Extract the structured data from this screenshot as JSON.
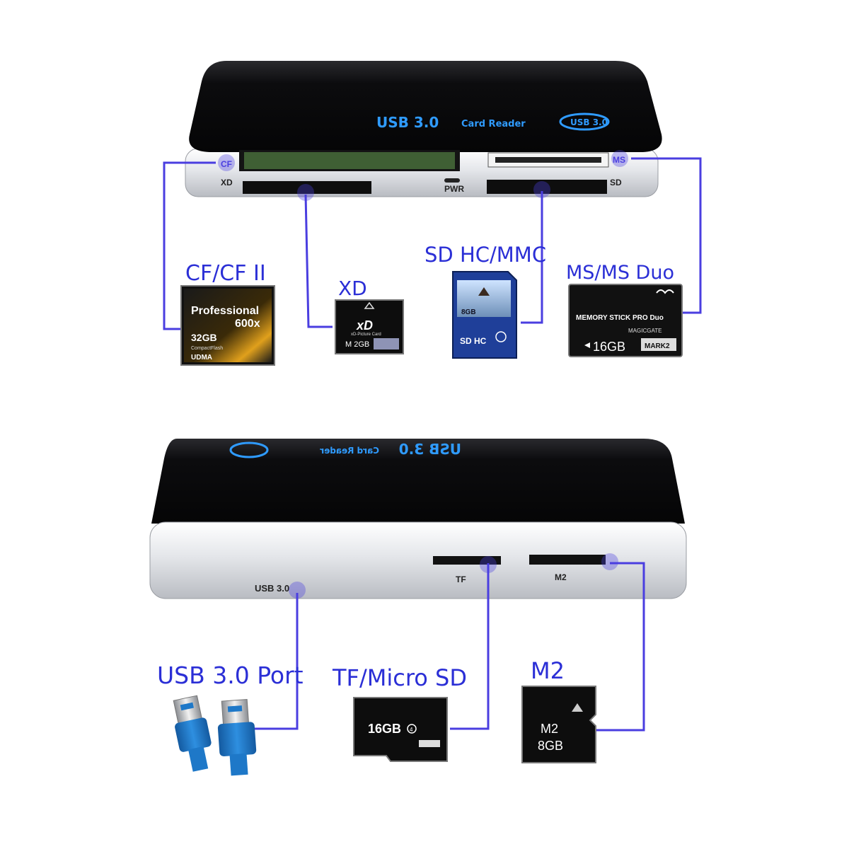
{
  "colors": {
    "accent_line": "#4a3ee0",
    "caption_text": "#2b2fd6",
    "device_top": "#0c0c0e",
    "device_band": "#d9dbe0",
    "device_glow": "#2f9bff",
    "connector_blue": "#1e78c8"
  },
  "top_device": {
    "logo_text": "USB 3.0",
    "logo_sub": "Card Reader",
    "badge": "USB 3.0",
    "slot_labels": {
      "cf": "CF",
      "xd": "XD",
      "pwr": "PWR",
      "sd": "SD",
      "ms": "MS"
    }
  },
  "bottom_device": {
    "logo_text": "USB 3.0",
    "logo_sub": "Card Reader",
    "port_labels": {
      "usb": "USB 3.0",
      "tf": "TF",
      "m2": "M2"
    }
  },
  "captions": {
    "cf": "CF/CF II",
    "xd": "XD",
    "sd": "SD HC/MMC",
    "ms": "MS/MS Duo",
    "usb": "USB 3.0 Port",
    "tf": "TF/Micro SD",
    "m2": "M2"
  },
  "cards": {
    "cf": {
      "line1": "Professional",
      "line2": "600x",
      "size": "32GB",
      "brand": "CompactFlash",
      "mode": "UDMA"
    },
    "xd": {
      "logo": "xD",
      "sub": "xD-Picture Card",
      "size": "M 2GB"
    },
    "sd": {
      "size": "8GB",
      "logo": "SD HC"
    },
    "ms": {
      "line1": "MEMORY STICK PRO Duo",
      "line2": "MAGICGATE",
      "size": "16GB",
      "mark": "MARK2"
    },
    "tf": {
      "size": "16GB",
      "class": "4"
    },
    "m2": {
      "line1": "M2",
      "line2": "8GB"
    }
  }
}
